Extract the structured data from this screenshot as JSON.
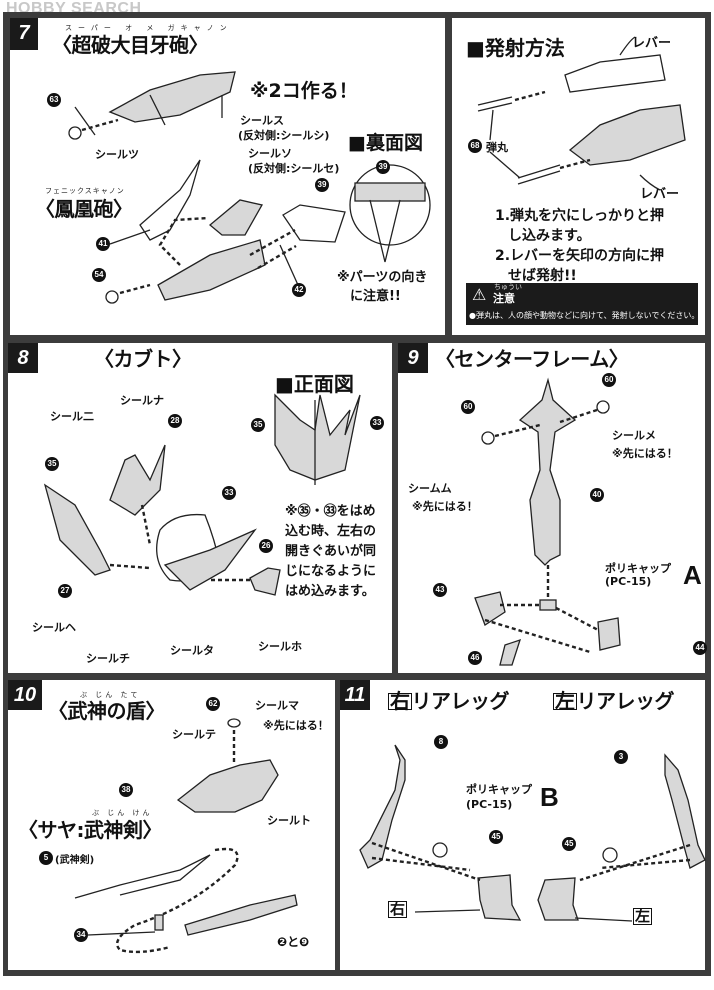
{
  "watermark": "HOBBY SEARCH",
  "step7": {
    "number": "7",
    "title": "〈超破大目牙砲〉",
    "title_ruby": "スーパー オ メ ガキャノン",
    "make_two": "※2コ作る！",
    "sticker_tsu": "シールツ",
    "sticker_su": "シールス",
    "sticker_su_opposite": "(反対側:シールシ)",
    "sticker_so": "シールソ",
    "sticker_so_opposite": "(反対側:シールセ)",
    "back_view": "■裏面図",
    "subtitle": "〈鳳凰砲〉",
    "subtitle_ruby": "フェニックスキャノン",
    "orientation_note_1": "※パーツの向き",
    "orientation_note_2": "に注意!!",
    "parts": [
      "63",
      "39",
      "39",
      "41",
      "54",
      "42"
    ]
  },
  "launch": {
    "title": "■発射方法",
    "lever_top": "レバー",
    "lever_bottom": "レバー",
    "bullet_part": "68",
    "bullet_label": "弾丸",
    "steps": [
      "1.弾丸を穴にしっかりと押",
      "し込みます。",
      "2.レバーを矢印の方向に押",
      "せば発射!!"
    ],
    "caution_title": "注意",
    "caution_ruby": "ちゅうい",
    "caution_text": "●弾丸は、人の顔や動物などに向けて、発射しないでください。"
  },
  "step8": {
    "number": "8",
    "title": "〈カブト〉",
    "front_view": "■正面図",
    "stickers": [
      "シールナ",
      "シール二",
      "シールヘ",
      "シールチ",
      "シールタ",
      "シールホ"
    ],
    "parts": [
      "28",
      "35",
      "33",
      "27",
      "26",
      "35",
      "33"
    ],
    "note": [
      "※㉟・㉝をはめ",
      "込む時、左右の",
      "開きぐあいが同",
      "じになるように",
      "はめ込みます。"
    ]
  },
  "step9": {
    "number": "9",
    "title": "〈センターフレーム〉",
    "sticker_me": "シールメ",
    "sticker_mu": "シームム",
    "apply_first": "※先にはる！",
    "polycap": "ポリキャップ",
    "polycap_code": "(PC-15)",
    "polycap_letter": "A",
    "parts": [
      "60",
      "60",
      "40",
      "43",
      "44",
      "46"
    ]
  },
  "step10": {
    "number": "10",
    "title": "〈武神の盾〉",
    "title_ruby": "ぶ じん たて",
    "sticker_ma": "シールマ",
    "apply_first": "※先にはる！",
    "sticker_te": "シールテ",
    "sticker_to": "シールト",
    "subtitle": "〈サヤ:武神剣〉",
    "subtitle_ruby": "ぶ じん けん",
    "sword_label": "(武神剣)",
    "parts": [
      "62",
      "38",
      "5",
      "34"
    ],
    "sheath_parts": "❷と❾"
  },
  "step11": {
    "number": "11",
    "right_title": "リアレッグ",
    "left_title": "リアレッグ",
    "right_char": "右",
    "left_char": "左",
    "polycap": "ポリキャップ",
    "polycap_code": "(PC-15)",
    "polycap_letter": "B",
    "parts": [
      "8",
      "3",
      "45",
      "45"
    ]
  }
}
